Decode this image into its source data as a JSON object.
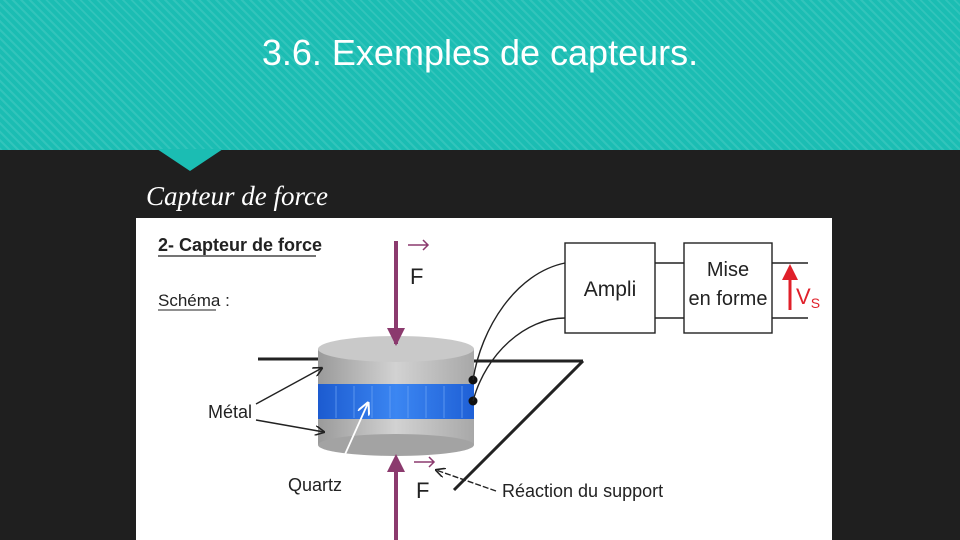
{
  "header": {
    "title": "3.6. Exemples de capteurs."
  },
  "subtitle": "Capteur de force",
  "diagram": {
    "heading": "2- Capteur de force",
    "schema_label": "Schéma :",
    "force_label_top": "F",
    "force_label_bottom": "F",
    "metal_label": "Métal",
    "quartz_label": "Quartz",
    "reaction_label": "Réaction du support",
    "ampli_label": "Ampli",
    "mise_line1": "Mise",
    "mise_line2": "en forme",
    "output_label": "V",
    "output_subscript": "S"
  },
  "colors": {
    "header_teal": "#1bbdb3",
    "background": "#1f1f1f",
    "force_arrow": "#8b3a6e",
    "quartz_blue": "#2a6fe0",
    "output_arrow": "#e0202a"
  }
}
